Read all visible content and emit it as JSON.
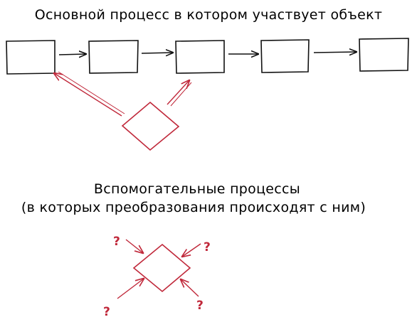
{
  "title_main": "Основной процесс в котором участвует объект",
  "title_aux": "Вспомогательные процессы",
  "subtitle_aux": "(в которых преобразования происходят с ним)",
  "question_marks": [
    "?",
    "?",
    "?",
    "?"
  ],
  "colors": {
    "ink": "#111111",
    "accent": "#c0283a"
  }
}
